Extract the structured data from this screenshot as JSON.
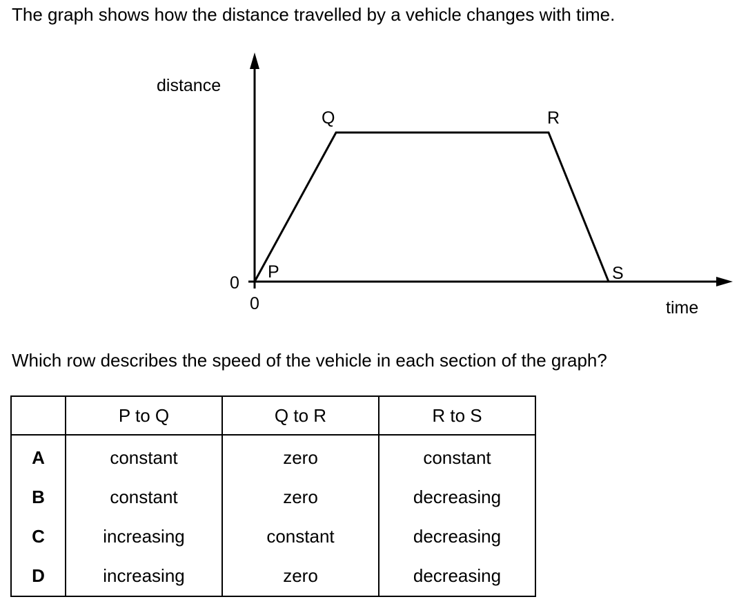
{
  "intro": "The graph shows how the distance travelled by a vehicle changes with time.",
  "graph": {
    "y_label": "distance",
    "x_label": "time",
    "origin_y": "0",
    "origin_x": "0",
    "points": [
      "P",
      "Q",
      "R",
      "S"
    ]
  },
  "question": "Which row describes the speed of the vehicle in each section of the graph?",
  "table": {
    "headers": [
      "",
      "P to Q",
      "Q to R",
      "R to S"
    ],
    "rows": [
      {
        "key": "A",
        "cells": [
          "constant",
          "zero",
          "constant"
        ]
      },
      {
        "key": "B",
        "cells": [
          "constant",
          "zero",
          "decreasing"
        ]
      },
      {
        "key": "C",
        "cells": [
          "increasing",
          "constant",
          "decreasing"
        ]
      },
      {
        "key": "D",
        "cells": [
          "increasing",
          "zero",
          "decreasing"
        ]
      }
    ]
  }
}
